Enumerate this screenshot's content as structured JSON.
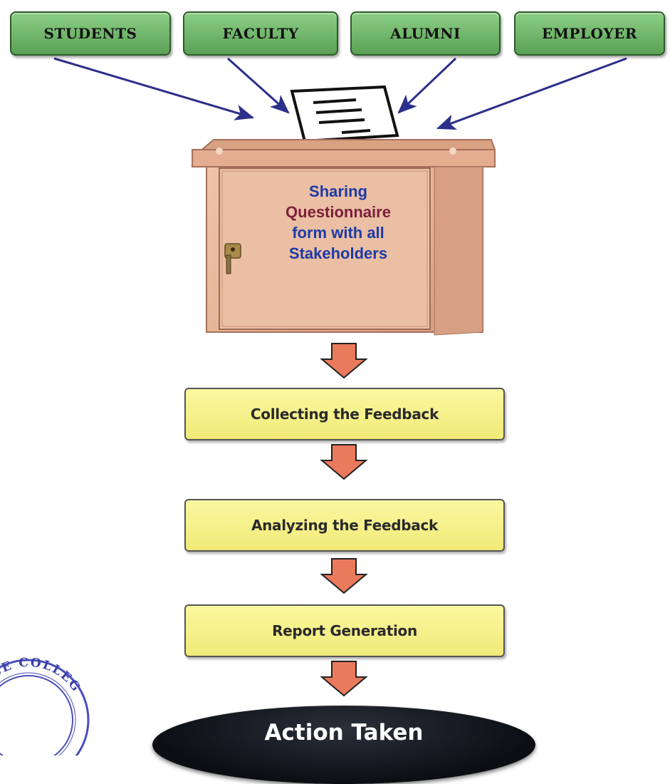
{
  "stakeholders": [
    "Students",
    "Faculty",
    "Alumni",
    "Employer"
  ],
  "box": {
    "line1": "Sharing",
    "line2": "Questionnaire",
    "line3": "form with all",
    "line4": "Stakeholders"
  },
  "steps": [
    "Collecting the Feedback",
    "Analyzing the Feedback",
    "Report Generation"
  ],
  "final_step": "Action Taken",
  "seal": {
    "text": "CE COLLEG"
  },
  "colors": {
    "stakeholder_fill": "#6fbb6a",
    "step_fill": "#f7f28a",
    "arrow_fill": "#ea7a5c",
    "box_wood": "#e7b598",
    "box_text_blue": "#1c3aa6",
    "box_text_maroon": "#7a1f3a",
    "action_fill": "#12151d"
  }
}
